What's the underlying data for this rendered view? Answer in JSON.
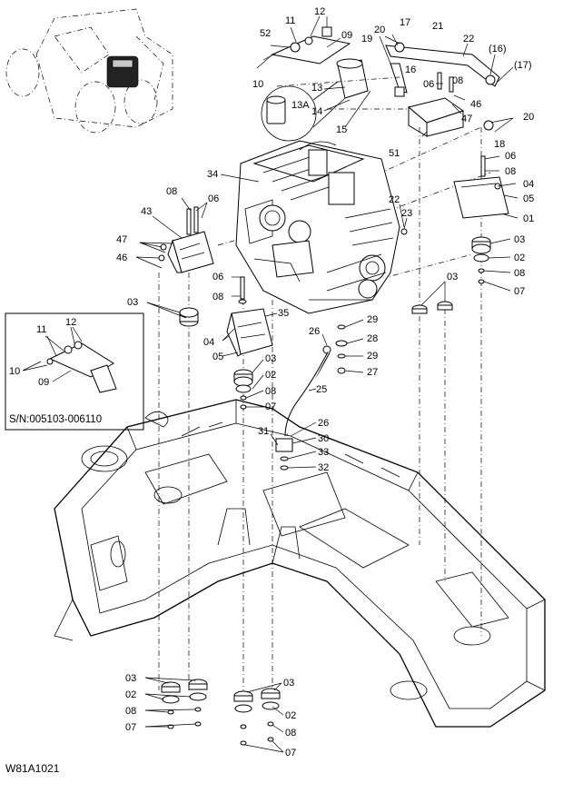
{
  "drawing_code": "W81A1021",
  "serial_note": "S/N:005103-006110",
  "callouts": {
    "c52": "52",
    "c11a": "11",
    "c12a": "12",
    "c09a": "09",
    "c10a": "10",
    "c13": "13",
    "c13A": "13A",
    "c14": "14",
    "c15": "15",
    "c20a": "20",
    "c17a": "17",
    "c21": "21",
    "c19": "19",
    "c22a": "22",
    "c16a": "(16)",
    "c17b": "(17)",
    "c16b": "16",
    "c06a": "06",
    "c08a": "08",
    "c46a": "46",
    "c47a": "47",
    "c20b": "20",
    "c18": "18",
    "c51": "51",
    "c34": "34",
    "c06b": "06",
    "c08b": "08",
    "c04a": "04",
    "c05a": "05",
    "c01": "01",
    "c22b": "22",
    "c23": "23",
    "c03a": "03",
    "c02a": "02",
    "c08c": "08",
    "c07a": "07",
    "c03b": "03",
    "c08d": "08",
    "c06c": "06",
    "c43": "43",
    "c47b": "47",
    "c46b": "46",
    "c06d": "06",
    "c08e": "08",
    "c03c": "03",
    "c35": "35",
    "c04b": "04",
    "c05b": "05",
    "c03d": "03",
    "c02b": "02",
    "c08f": "08",
    "c07b": "07",
    "c26a": "26",
    "c29a": "29",
    "c28": "28",
    "c29b": "29",
    "c27": "27",
    "c25": "25",
    "c31": "31",
    "c26b": "26",
    "c30": "30",
    "c33": "33",
    "c32": "32",
    "c11b": "11",
    "c12b": "12",
    "c10b": "10",
    "c09b": "09",
    "c03e": "03",
    "c02c": "02",
    "c08g": "08",
    "c07c": "07",
    "c03f": "03",
    "c02d": "02",
    "c08h": "08",
    "c07d": "07"
  }
}
